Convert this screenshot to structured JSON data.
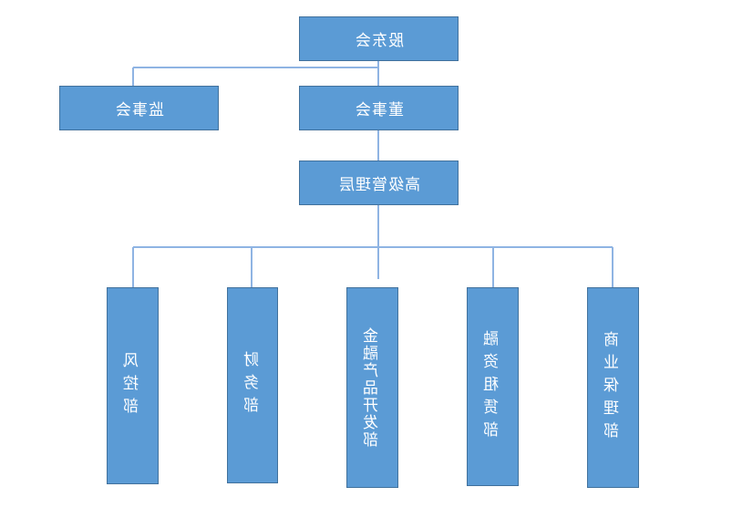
{
  "org_chart": {
    "nodes": {
      "shareholders": "股东会",
      "supervisory_board": "监事会",
      "board_of_directors": "董事会",
      "senior_management": "高级管理层",
      "risk_control": "风控部",
      "finance": "财务部",
      "financial_product_development": "金融产品开发部",
      "financing_leasing": "融资租赁部",
      "commercial_factoring": "商业保理部"
    },
    "colors": {
      "box_fill": "#5b9bd5",
      "box_border": "#41719c",
      "connector": "#8fb4e3",
      "text": "#ffffff"
    }
  }
}
